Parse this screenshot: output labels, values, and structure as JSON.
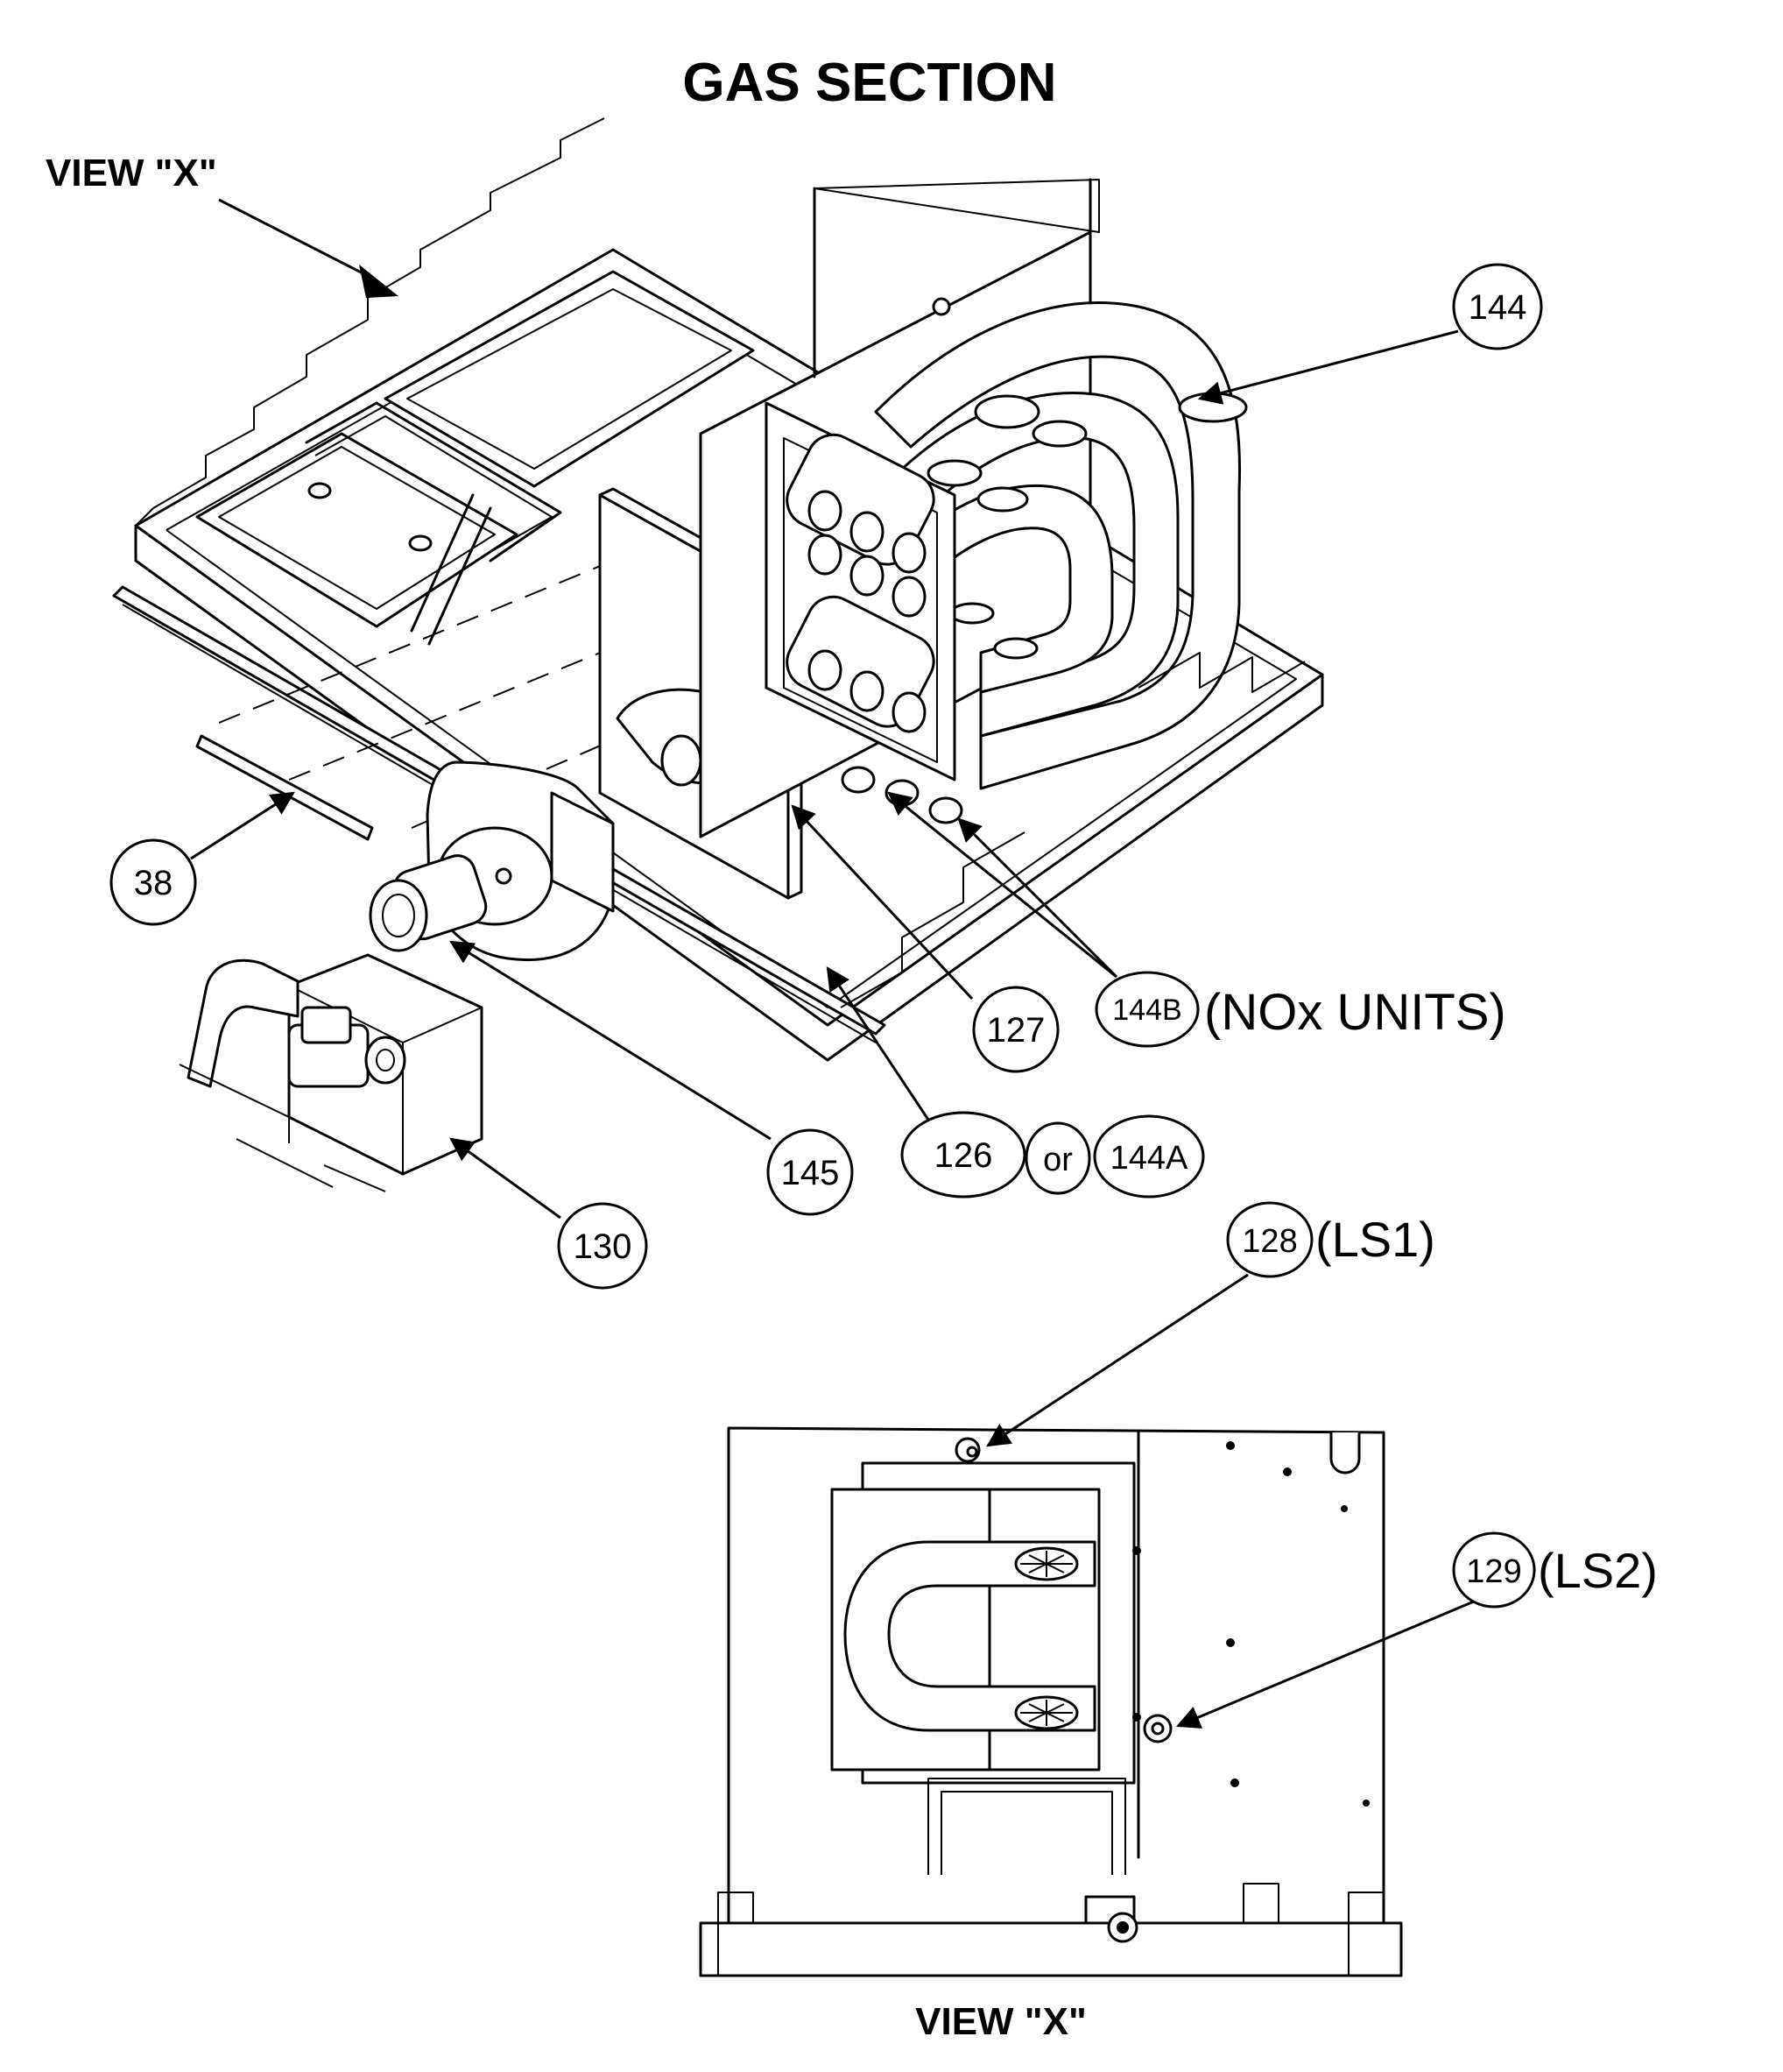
{
  "title": "GAS SECTION",
  "view_label_top": "VIEW \"X\"",
  "view_label_bottom": "VIEW \"X\"",
  "callouts": {
    "c144": "144",
    "c38": "38",
    "c127": "127",
    "c144b": "144B",
    "c145": "145",
    "c126": "126",
    "c_or": "or",
    "c144a": "144A",
    "c130": "130",
    "c128": "128",
    "c129": "129"
  },
  "notes": {
    "nox_units": "(NOx UNITS)",
    "ls1": "(LS1)",
    "ls2": "(LS2)"
  }
}
